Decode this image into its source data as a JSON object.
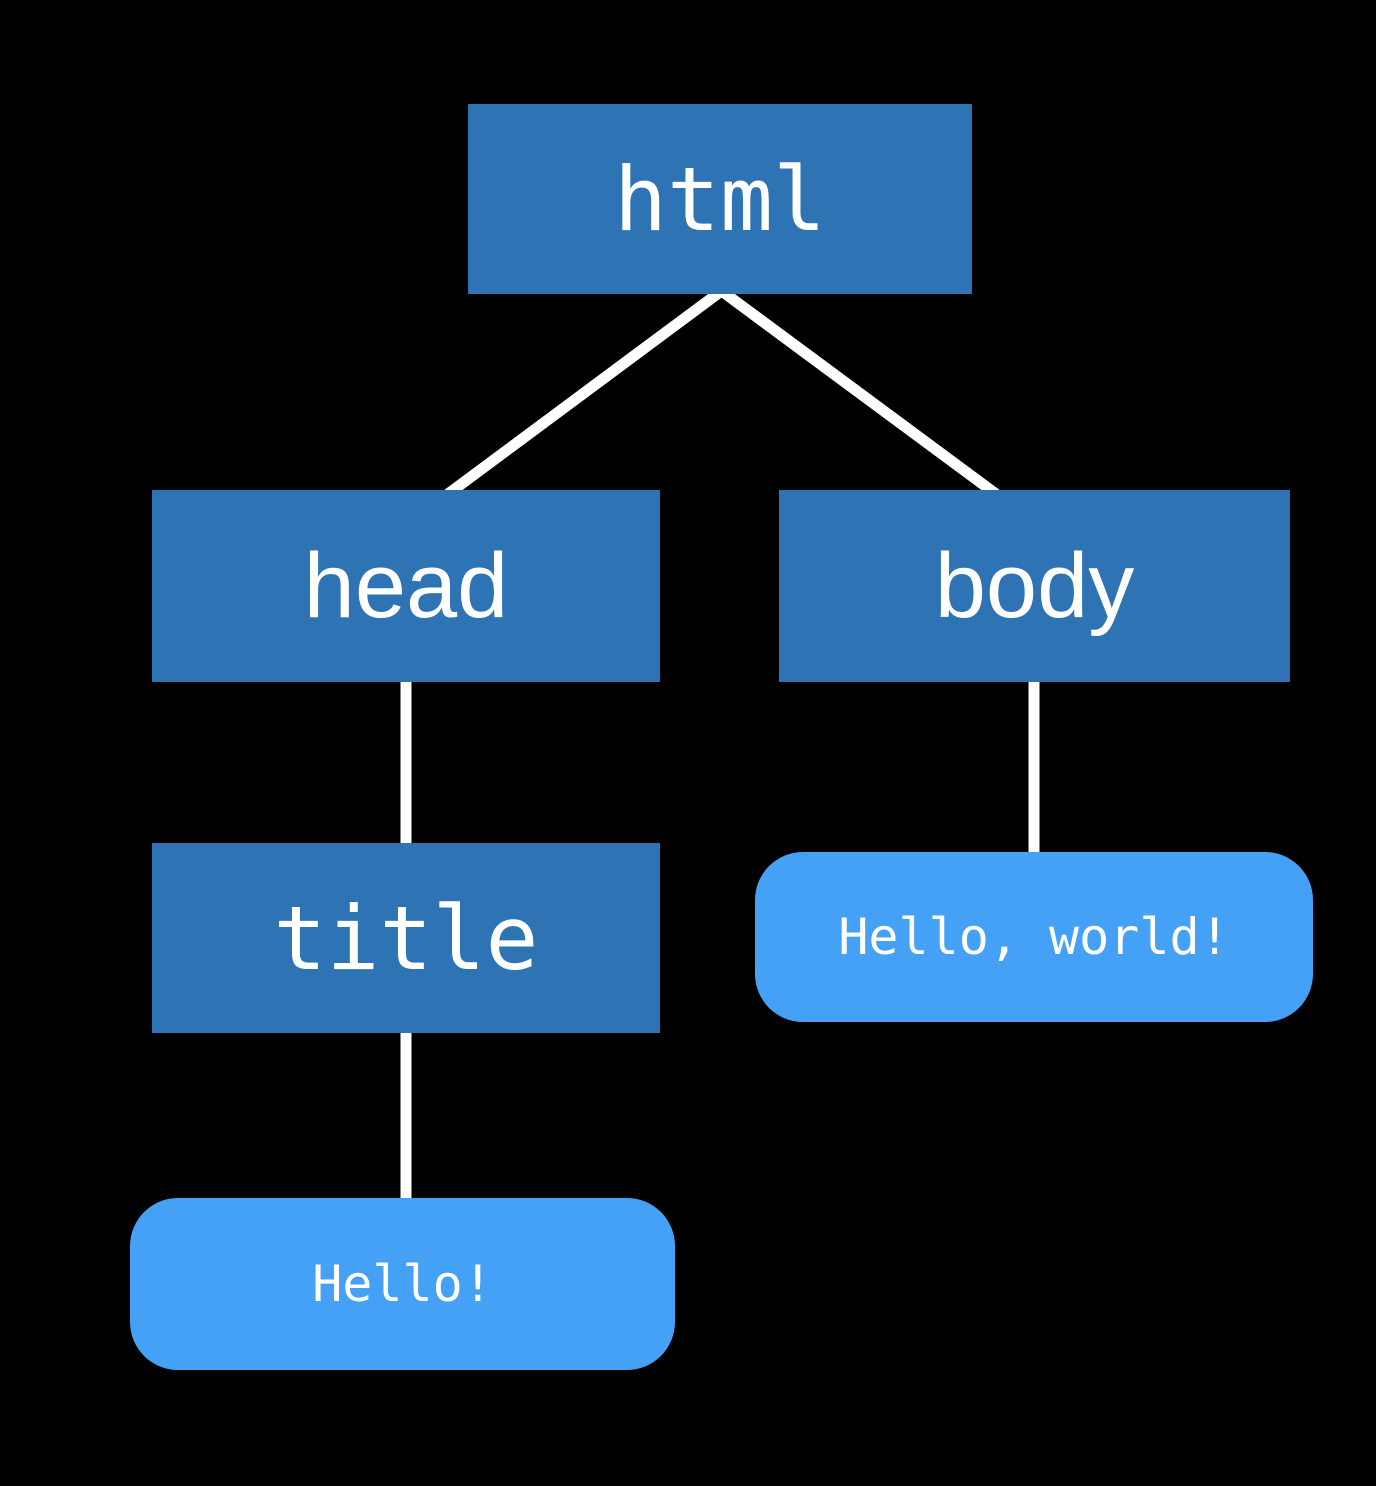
{
  "diagram": {
    "type": "tree",
    "description": "DOM tree of a simple HTML page",
    "colors": {
      "background": "#000000",
      "element_box": "#2E74B5",
      "text_box": "#44A1F5",
      "connector": "#FFFFFF",
      "label": "#FFFFFF"
    },
    "nodes": {
      "html": {
        "label": "html",
        "kind": "element"
      },
      "head": {
        "label": "head",
        "kind": "element"
      },
      "body": {
        "label": "body",
        "kind": "element"
      },
      "title": {
        "label": "title",
        "kind": "element"
      },
      "hello": {
        "label": "Hello!",
        "kind": "text"
      },
      "hello_world": {
        "label": "Hello, world!",
        "kind": "text"
      }
    },
    "edges": [
      {
        "from": "html",
        "to": "head"
      },
      {
        "from": "html",
        "to": "body"
      },
      {
        "from": "head",
        "to": "title"
      },
      {
        "from": "title",
        "to": "hello"
      },
      {
        "from": "body",
        "to": "hello_world"
      }
    ]
  }
}
